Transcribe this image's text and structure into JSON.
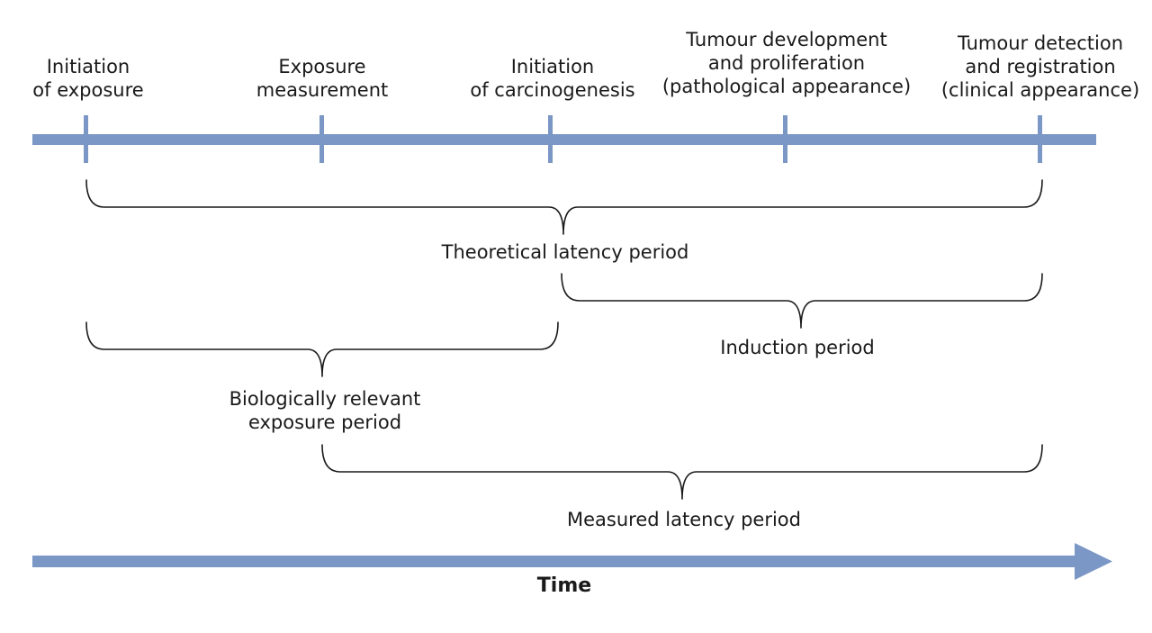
{
  "events": [
    {
      "id": "initiation-of-exposure",
      "lines": [
        "Initiation",
        "of exposure"
      ]
    },
    {
      "id": "exposure-measurement",
      "lines": [
        "Exposure",
        "measurement"
      ]
    },
    {
      "id": "initiation-of-carcinogenesis",
      "lines": [
        "Initiation",
        "of carcinogenesis"
      ]
    },
    {
      "id": "tumour-development",
      "lines": [
        "Tumour development",
        "and proliferation",
        "(pathological appearance)"
      ]
    },
    {
      "id": "tumour-detection",
      "lines": [
        "Tumour detection",
        "and registration",
        "(clinical appearance)"
      ]
    }
  ],
  "periods": [
    {
      "id": "theoretical-latency-period",
      "lines": [
        "Theoretical latency period"
      ]
    },
    {
      "id": "induction-period",
      "lines": [
        "Induction period"
      ]
    },
    {
      "id": "biologically-relevant-exposure-period",
      "lines": [
        "Biologically relevant",
        "exposure period"
      ]
    },
    {
      "id": "measured-latency-period",
      "lines": [
        "Measured latency period"
      ]
    }
  ],
  "axis": {
    "label": "Time"
  },
  "colors": {
    "timeline": "#7b97c6",
    "bracket": "#1a1a1a",
    "text": "#1a1a1a"
  }
}
